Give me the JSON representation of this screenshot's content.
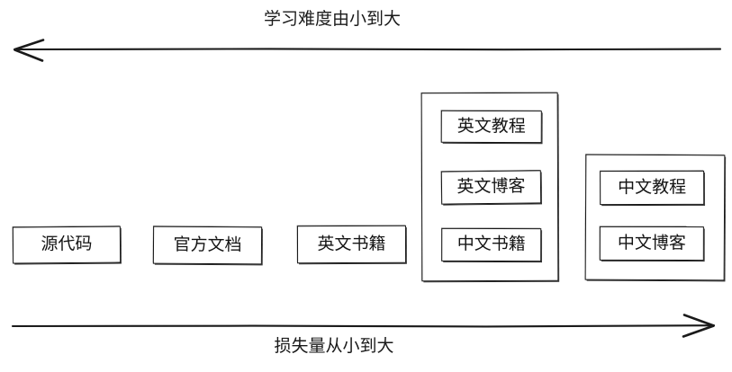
{
  "diagram": {
    "title_top": "学习难度由小到大",
    "title_bottom": "损失量从小到大",
    "top_arrow": {
      "direction": "left",
      "icon": "arrow-left-icon"
    },
    "bottom_arrow": {
      "direction": "right",
      "icon": "arrow-right-icon"
    },
    "nodes": [
      {
        "label": "源代码"
      },
      {
        "label": "官方文档"
      },
      {
        "label": "英文书籍"
      }
    ],
    "groups": [
      {
        "name": "group-middle",
        "items": [
          {
            "label": "英文教程"
          },
          {
            "label": "英文博客"
          },
          {
            "label": "中文书籍"
          }
        ]
      },
      {
        "name": "group-right",
        "items": [
          {
            "label": "中文教程"
          },
          {
            "label": "中文博客"
          }
        ]
      }
    ],
    "colors": {
      "stroke": "#141414",
      "background": "#ffffff",
      "text": "#1a1a1a"
    }
  }
}
